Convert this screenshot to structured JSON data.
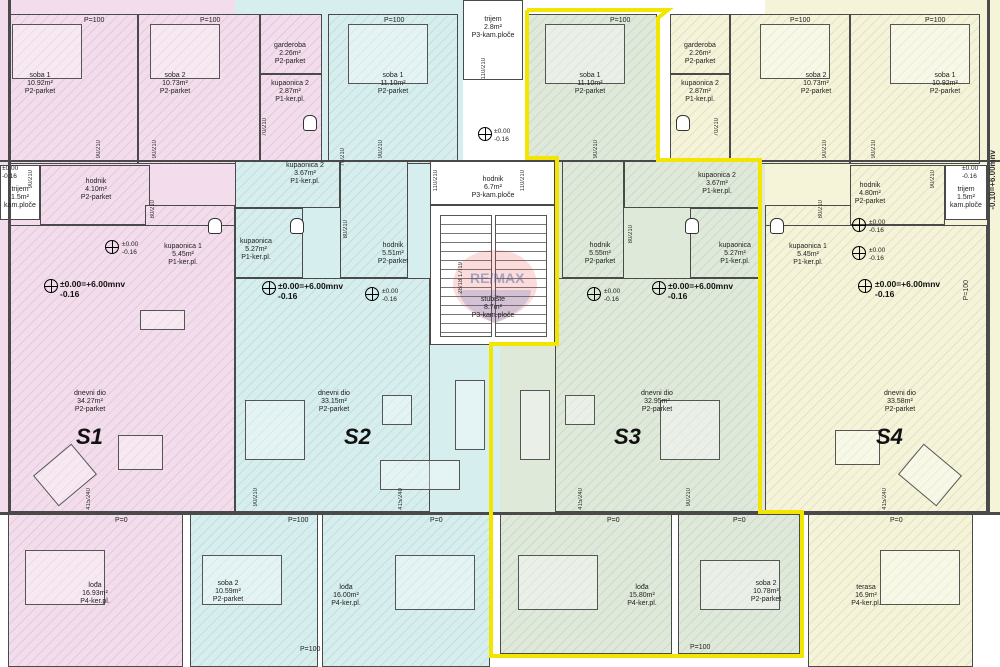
{
  "plan": {
    "units": [
      {
        "id": "s1",
        "label": "S1",
        "color": "#f3dcec"
      },
      {
        "id": "s2",
        "label": "S2",
        "color": "#d6eeee"
      },
      {
        "id": "s3",
        "label": "S3",
        "color": "#dfe9da"
      },
      {
        "id": "s4",
        "label": "S4",
        "color": "#f5f4d9"
      }
    ],
    "highlight_color": "#f2e600",
    "watermark": "RE/MAX",
    "floor_marker": {
      "main": "±0.00=+6.00mnv",
      "sub": "-0.16"
    },
    "small_marker": {
      "main": "±0.00",
      "sub": "-0.16"
    },
    "side_marker": "-0.10=+6.00mnv",
    "p100": "P=100",
    "p0": "P=0",
    "rooms": [
      {
        "id": "s1-soba1",
        "name": "soba 1",
        "area": "10.92m²",
        "floor": "P2-parket"
      },
      {
        "id": "s1-soba2",
        "name": "soba 2",
        "area": "10.73m²",
        "floor": "P2-parket"
      },
      {
        "id": "s1-garderoba",
        "name": "garderoba",
        "area": "2.26m²",
        "floor": "P2-parket"
      },
      {
        "id": "s1-kupaonica2",
        "name": "kupaonica 2",
        "area": "2.87m²",
        "floor": "P1-ker.pl."
      },
      {
        "id": "s2-soba1",
        "name": "soba 1",
        "area": "11.10m²",
        "floor": "P2-parket"
      },
      {
        "id": "trijem-top",
        "name": "trijem",
        "area": "2.8m²",
        "floor": "P3-kam.ploče"
      },
      {
        "id": "s3-soba1",
        "name": "soba 1",
        "area": "11.10m²",
        "floor": "P2-parket"
      },
      {
        "id": "s4-garderoba",
        "name": "garderoba",
        "area": "2.26m²",
        "floor": "P2-parket"
      },
      {
        "id": "s4-kupaonica2",
        "name": "kupaonica 2",
        "area": "2.87m²",
        "floor": "P1-ker.pl."
      },
      {
        "id": "s4-soba2",
        "name": "soba 2",
        "area": "10.73m²",
        "floor": "P2-parket"
      },
      {
        "id": "s4-soba1",
        "name": "soba 1",
        "area": "10.92m²",
        "floor": "P2-parket"
      },
      {
        "id": "s1-trijem",
        "name": "trijem",
        "area": "1.5m²",
        "floor": "kam.ploče"
      },
      {
        "id": "s1-hodnik",
        "name": "hodnik",
        "area": "4.10m²",
        "floor": "P2-parket"
      },
      {
        "id": "s1-kupaonica1",
        "name": "kupaonica 1",
        "area": "5.45m²",
        "floor": "P1-ker.pl."
      },
      {
        "id": "s2-kupaonica2",
        "name": "kupaonica 2",
        "area": "3.67m²",
        "floor": "P1-ker.pl."
      },
      {
        "id": "s2-kupaonica",
        "name": "kupaonica",
        "area": "5.27m²",
        "floor": "P1-ker.pl."
      },
      {
        "id": "s2-hodnik",
        "name": "hodnik",
        "area": "5.51m²",
        "floor": "P2-parket"
      },
      {
        "id": "hodnik-common",
        "name": "hodnik",
        "area": "6.7m²",
        "floor": "P3-kam.ploče"
      },
      {
        "id": "s3-kupaonica2",
        "name": "kupaonica 2",
        "area": "3.67m²",
        "floor": "P1-ker.pl."
      },
      {
        "id": "s3-hodnik",
        "name": "hodnik",
        "area": "5.55m²",
        "floor": "P2-parket"
      },
      {
        "id": "s3-kupaonica",
        "name": "kupaonica",
        "area": "5.27m²",
        "floor": "P1-ker.pl."
      },
      {
        "id": "s4-hodnik",
        "name": "hodnik",
        "area": "4.80m²",
        "floor": "P2-parket"
      },
      {
        "id": "s4-kupaonica1",
        "name": "kupaonica 1",
        "area": "5.45m²",
        "floor": "P1-ker.pl."
      },
      {
        "id": "s4-trijem",
        "name": "trijem",
        "area": "1.5m²",
        "floor": "kam.ploče"
      },
      {
        "id": "stubiste",
        "name": "stubište",
        "area": "8.7m²",
        "floor": "P3-kam.ploče"
      },
      {
        "id": "s1-dnevni",
        "name": "dnevni dio",
        "area": "34.27m²",
        "floor": "P2-parket"
      },
      {
        "id": "s2-dnevni",
        "name": "dnevni dio",
        "area": "33.15m²",
        "floor": "P2-parket"
      },
      {
        "id": "s3-dnevni",
        "name": "dnevni dio",
        "area": "32.95m²",
        "floor": "P2-parket"
      },
      {
        "id": "s4-dnevni",
        "name": "dnevni dio",
        "area": "33.58m²",
        "floor": "P2-parket"
      },
      {
        "id": "s1-lodja",
        "name": "lođa",
        "area": "16.93m²",
        "floor": "P4-ker.pl."
      },
      {
        "id": "s2-soba2",
        "name": "soba 2",
        "area": "10.59m²",
        "floor": "P2-parket"
      },
      {
        "id": "s2-lodja",
        "name": "lođa",
        "area": "16.00m²",
        "floor": "P4-ker.pl."
      },
      {
        "id": "s3-lodja",
        "name": "lođa",
        "area": "15.80m²",
        "floor": "P4-ker.pl."
      },
      {
        "id": "s3-soba2",
        "name": "soba 2",
        "area": "10.78m²",
        "floor": "P2-parket"
      },
      {
        "id": "s4-terasa",
        "name": "terasa",
        "area": "16.9m²",
        "floor": "P4-ker.pl."
      }
    ],
    "dims": [
      "90/210",
      "80/210",
      "70/210",
      "415/240",
      "110/210",
      "28/18 17/19"
    ]
  }
}
